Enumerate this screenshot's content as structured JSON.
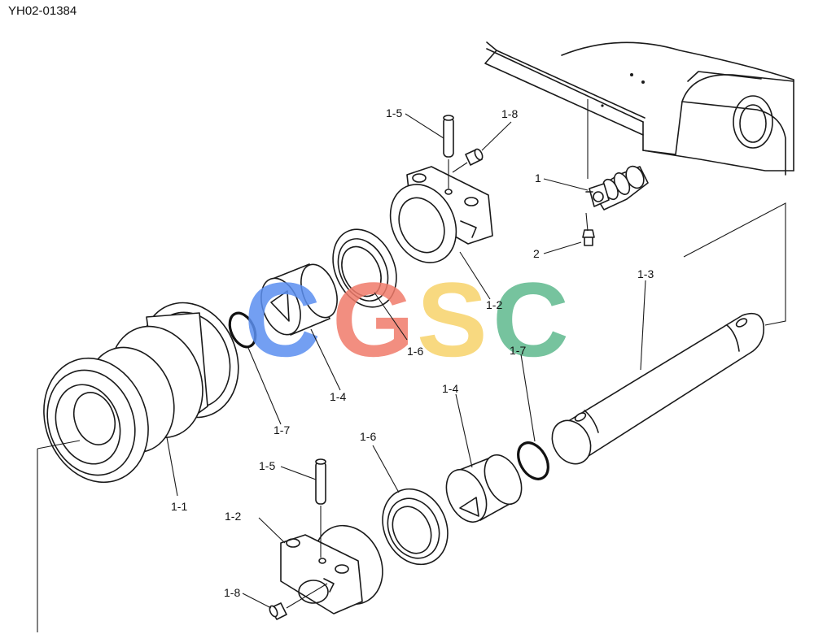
{
  "drawing_code": "YH02-01384",
  "callouts": {
    "p1": "1",
    "p2": "2",
    "p1_1": "1-1",
    "p1_2_top": "1-2",
    "p1_2_bottom": "1-2",
    "p1_3": "1-3",
    "p1_4_left": "1-4",
    "p1_4_right": "1-4",
    "p1_5_top": "1-5",
    "p1_5_bottom": "1-5",
    "p1_6_left": "1-6",
    "p1_6_bottom": "1-6",
    "p1_7_left": "1-7",
    "p1_7_right": "1-7",
    "p1_8_top": "1-8",
    "p1_8_bottom": "1-8"
  },
  "watermark": {
    "letters": [
      "C",
      "G",
      "S",
      "C"
    ],
    "colors": [
      "#5b8ff0",
      "#f07b6a",
      "#f7d36a",
      "#5fb98e"
    ]
  }
}
